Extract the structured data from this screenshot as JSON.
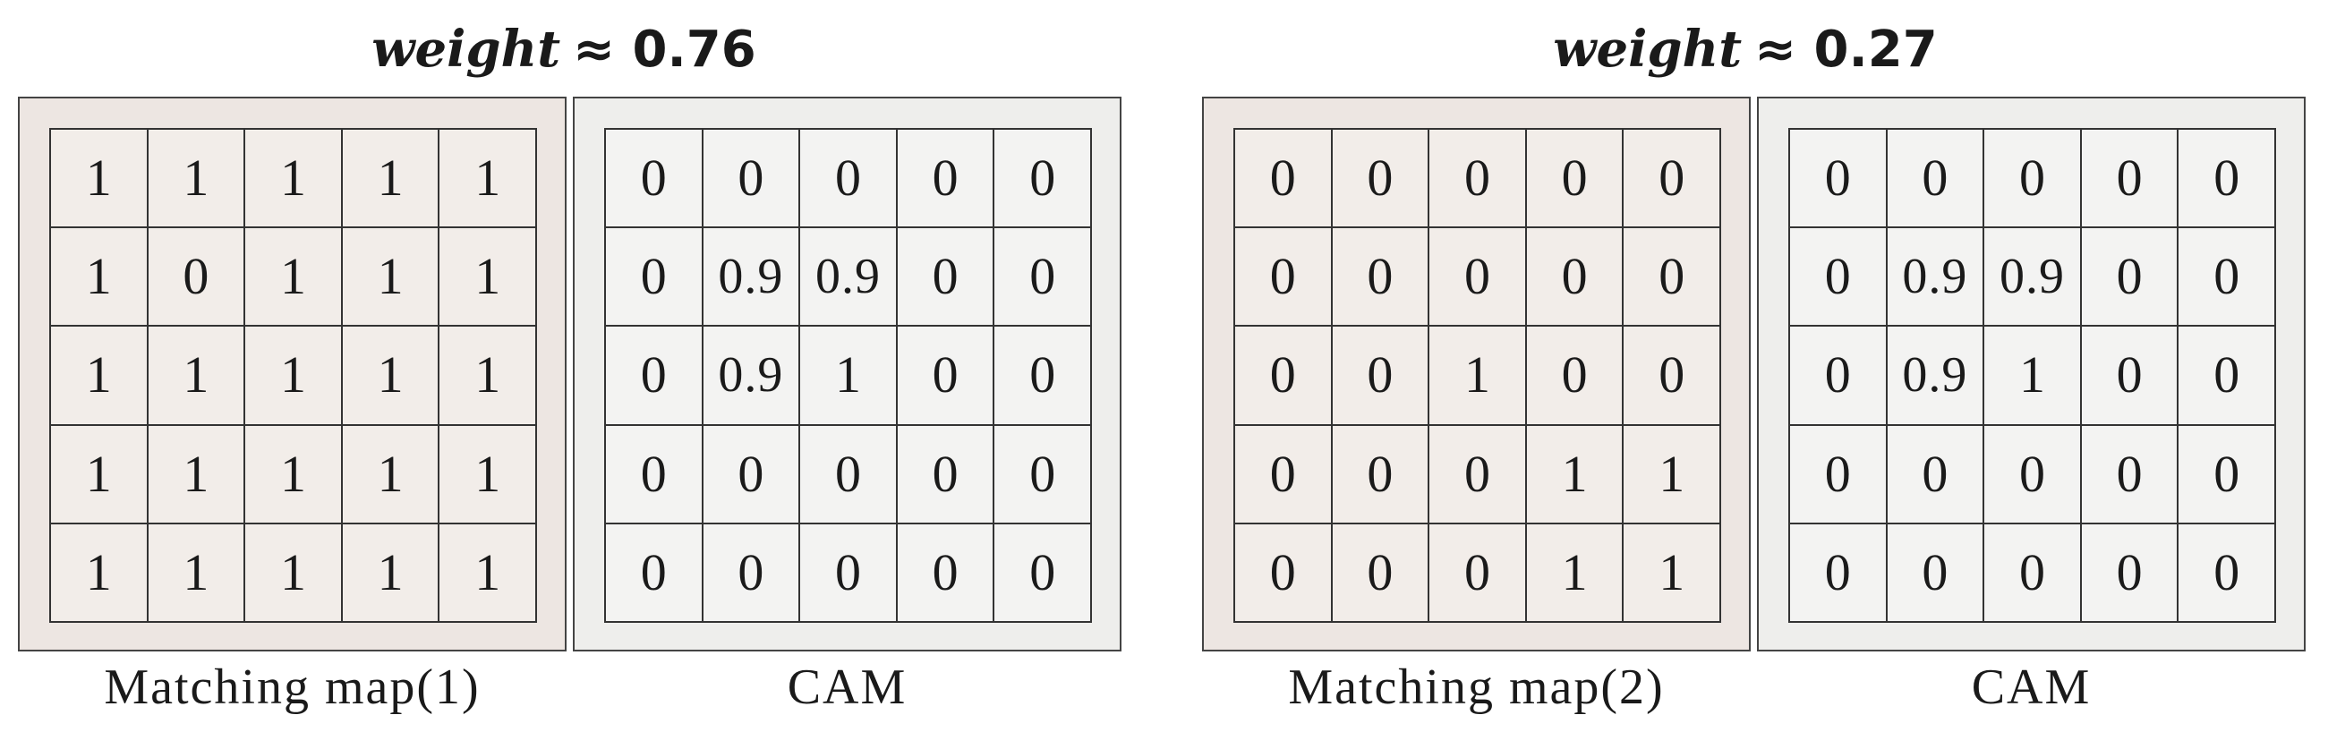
{
  "figure": [
    {
      "title": {
        "label": "weight",
        "approx": "≈ 0.76"
      },
      "matching_caption": "Matching map(1)",
      "cam_caption": "CAM",
      "matching_grid": [
        [
          "1",
          "1",
          "1",
          "1",
          "1"
        ],
        [
          "1",
          "0",
          "1",
          "1",
          "1"
        ],
        [
          "1",
          "1",
          "1",
          "1",
          "1"
        ],
        [
          "1",
          "1",
          "1",
          "1",
          "1"
        ],
        [
          "1",
          "1",
          "1",
          "1",
          "1"
        ]
      ],
      "cam_grid": [
        [
          "0",
          "0",
          "0",
          "0",
          "0"
        ],
        [
          "0",
          "0.9",
          "0.9",
          "0",
          "0"
        ],
        [
          "0",
          "0.9",
          "1",
          "0",
          "0"
        ],
        [
          "0",
          "0",
          "0",
          "0",
          "0"
        ],
        [
          "0",
          "0",
          "0",
          "0",
          "0"
        ]
      ]
    },
    {
      "title": {
        "label": "weight",
        "approx": "≈ 0.27"
      },
      "matching_caption": "Matching map(2)",
      "cam_caption": "CAM",
      "matching_grid": [
        [
          "0",
          "0",
          "0",
          "0",
          "0"
        ],
        [
          "0",
          "0",
          "0",
          "0",
          "0"
        ],
        [
          "0",
          "0",
          "1",
          "0",
          "0"
        ],
        [
          "0",
          "0",
          "0",
          "1",
          "1"
        ],
        [
          "0",
          "0",
          "0",
          "1",
          "1"
        ]
      ],
      "cam_grid": [
        [
          "0",
          "0",
          "0",
          "0",
          "0"
        ],
        [
          "0",
          "0.9",
          "0.9",
          "0",
          "0"
        ],
        [
          "0",
          "0.9",
          "1",
          "0",
          "0"
        ],
        [
          "0",
          "0",
          "0",
          "0",
          "0"
        ],
        [
          "0",
          "0",
          "0",
          "0",
          "0"
        ]
      ]
    }
  ],
  "colors": {
    "matching_background": "#ede6e2",
    "cam_background": "#eeeeec",
    "grid_line": "#333333"
  }
}
